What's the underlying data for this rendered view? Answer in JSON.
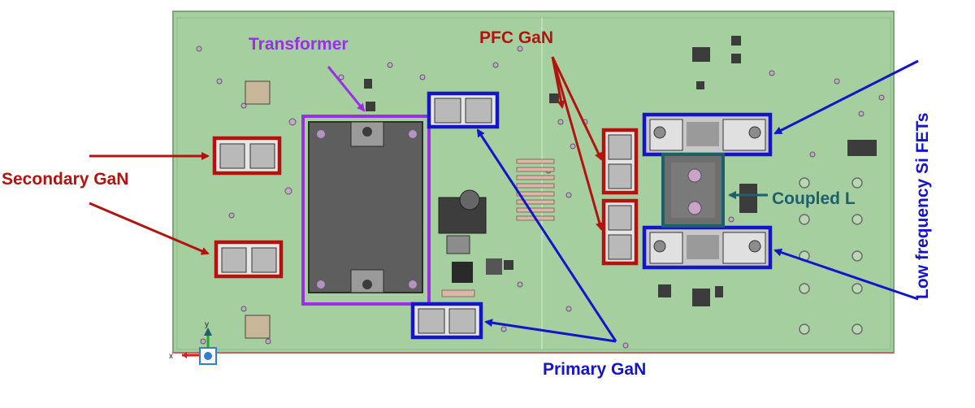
{
  "labels": {
    "transformer": "Transformer",
    "pfc_gan": "PFC GaN",
    "secondary_gan": "Secondary GaN",
    "coupled_l": "Coupled L",
    "primary_gan": "Primary GaN",
    "low_freq_fets": "Low frequency Si FETs"
  },
  "axis_marker": {
    "x_label": "x",
    "y_label": "y"
  },
  "colors": {
    "pcb": "#a6cfa0",
    "pcb_edge": "#7fa37a",
    "red": "#b3130f",
    "blue": "#1414c8",
    "purple": "#9b2ee6",
    "teal": "#1f5f6b",
    "component_gray": "#6e6e6e",
    "pad_gray": "#b9b9b9"
  }
}
